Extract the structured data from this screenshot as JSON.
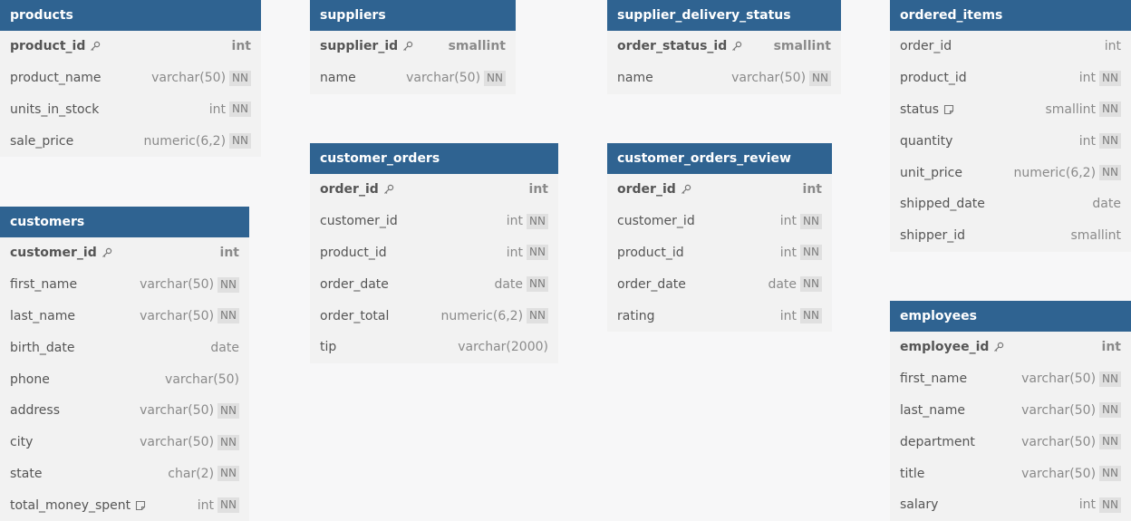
{
  "tables": [
    {
      "id": "products",
      "name": "products",
      "columns": [
        {
          "name": "product_id",
          "type": "int",
          "pk": true,
          "nn": false,
          "icon": "key-icon"
        },
        {
          "name": "product_name",
          "type": "varchar(50)",
          "pk": false,
          "nn": true
        },
        {
          "name": "units_in_stock",
          "type": "int",
          "pk": false,
          "nn": true
        },
        {
          "name": "sale_price",
          "type": "numeric(6,2)",
          "pk": false,
          "nn": true
        }
      ]
    },
    {
      "id": "suppliers",
      "name": "suppliers",
      "columns": [
        {
          "name": "supplier_id",
          "type": "smallint",
          "pk": true,
          "nn": false,
          "icon": "key-icon"
        },
        {
          "name": "name",
          "type": "varchar(50)",
          "pk": false,
          "nn": true
        }
      ]
    },
    {
      "id": "supplier_delivery_status",
      "name": "supplier_delivery_status",
      "columns": [
        {
          "name": "order_status_id",
          "type": "smallint",
          "pk": true,
          "nn": false,
          "icon": "key-icon"
        },
        {
          "name": "name",
          "type": "varchar(50)",
          "pk": false,
          "nn": true
        }
      ]
    },
    {
      "id": "ordered_items",
      "name": "ordered_items",
      "columns": [
        {
          "name": "order_id",
          "type": "int",
          "pk": false,
          "nn": false
        },
        {
          "name": "product_id",
          "type": "int",
          "pk": false,
          "nn": true
        },
        {
          "name": "status",
          "type": "smallint",
          "pk": false,
          "nn": true,
          "icon": "note-icon"
        },
        {
          "name": "quantity",
          "type": "int",
          "pk": false,
          "nn": true
        },
        {
          "name": "unit_price",
          "type": "numeric(6,2)",
          "pk": false,
          "nn": true
        },
        {
          "name": "shipped_date",
          "type": "date",
          "pk": false,
          "nn": false
        },
        {
          "name": "shipper_id",
          "type": "smallint",
          "pk": false,
          "nn": false
        }
      ]
    },
    {
      "id": "customer_orders",
      "name": "customer_orders",
      "columns": [
        {
          "name": "order_id",
          "type": "int",
          "pk": true,
          "nn": false,
          "icon": "key-icon"
        },
        {
          "name": "customer_id",
          "type": "int",
          "pk": false,
          "nn": true
        },
        {
          "name": "product_id",
          "type": "int",
          "pk": false,
          "nn": true
        },
        {
          "name": "order_date",
          "type": "date",
          "pk": false,
          "nn": true
        },
        {
          "name": "order_total",
          "type": "numeric(6,2)",
          "pk": false,
          "nn": true
        },
        {
          "name": "tip",
          "type": "varchar(2000)",
          "pk": false,
          "nn": false
        }
      ]
    },
    {
      "id": "customer_orders_review",
      "name": "customer_orders_review",
      "columns": [
        {
          "name": "order_id",
          "type": "int",
          "pk": true,
          "nn": false,
          "icon": "key-icon"
        },
        {
          "name": "customer_id",
          "type": "int",
          "pk": false,
          "nn": true
        },
        {
          "name": "product_id",
          "type": "int",
          "pk": false,
          "nn": true
        },
        {
          "name": "order_date",
          "type": "date",
          "pk": false,
          "nn": true
        },
        {
          "name": "rating",
          "type": "int",
          "pk": false,
          "nn": true
        }
      ]
    },
    {
      "id": "customers",
      "name": "customers",
      "columns": [
        {
          "name": "customer_id",
          "type": "int",
          "pk": true,
          "nn": false,
          "icon": "key-icon"
        },
        {
          "name": "first_name",
          "type": "varchar(50)",
          "pk": false,
          "nn": true
        },
        {
          "name": "last_name",
          "type": "varchar(50)",
          "pk": false,
          "nn": true
        },
        {
          "name": "birth_date",
          "type": "date",
          "pk": false,
          "nn": false
        },
        {
          "name": "phone",
          "type": "varchar(50)",
          "pk": false,
          "nn": false
        },
        {
          "name": "address",
          "type": "varchar(50)",
          "pk": false,
          "nn": true
        },
        {
          "name": "city",
          "type": "varchar(50)",
          "pk": false,
          "nn": true
        },
        {
          "name": "state",
          "type": "char(2)",
          "pk": false,
          "nn": true
        },
        {
          "name": "total_money_spent",
          "type": "int",
          "pk": false,
          "nn": true,
          "icon": "note-icon"
        }
      ]
    },
    {
      "id": "employees",
      "name": "employees",
      "columns": [
        {
          "name": "employee_id",
          "type": "int",
          "pk": true,
          "nn": false,
          "icon": "key-icon"
        },
        {
          "name": "first_name",
          "type": "varchar(50)",
          "pk": false,
          "nn": true
        },
        {
          "name": "last_name",
          "type": "varchar(50)",
          "pk": false,
          "nn": true
        },
        {
          "name": "department",
          "type": "varchar(50)",
          "pk": false,
          "nn": true
        },
        {
          "name": "title",
          "type": "varchar(50)",
          "pk": false,
          "nn": true
        },
        {
          "name": "salary",
          "type": "int",
          "pk": false,
          "nn": true
        }
      ]
    }
  ],
  "nn_label": "NN",
  "colors": {
    "header": "#2f6391",
    "body": "#f2f2f2",
    "canvas": "#f7f7f8"
  }
}
